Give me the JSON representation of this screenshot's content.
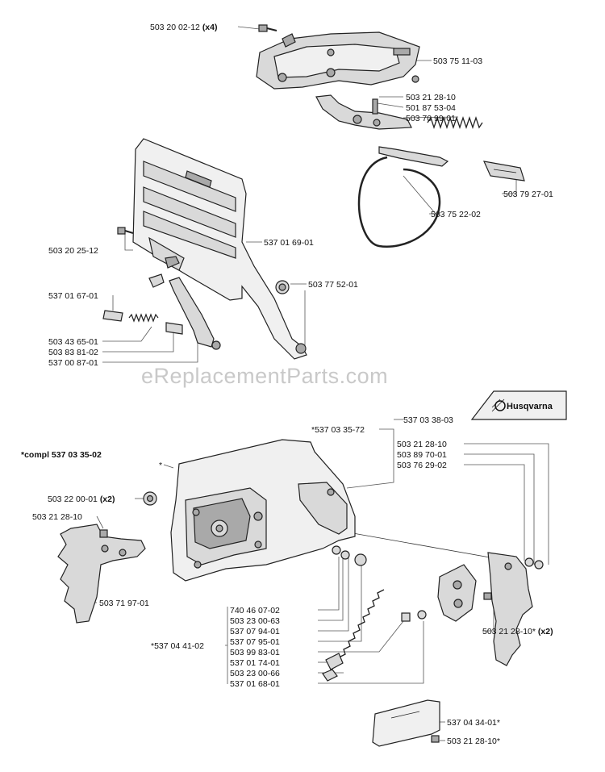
{
  "watermark": "eReplacementParts.com",
  "logo_text": "Husqvarna",
  "callouts_top": [
    {
      "part": "503 20 02-12",
      "qty": "(x4)"
    },
    {
      "part": "503 75 11-03"
    },
    {
      "part": "503 21 28-10"
    },
    {
      "part": "501 87 53-04"
    },
    {
      "part": "503 70 99-01"
    },
    {
      "part": "503 79 27-01"
    },
    {
      "part": "503 75 22-02"
    },
    {
      "part": "503 20 25-12"
    },
    {
      "part": "537 01 69-01"
    },
    {
      "part": "503 77 52-01"
    },
    {
      "part": "537 01 67-01"
    },
    {
      "part": "503 43 65-01"
    },
    {
      "part": "503 83 81-02"
    },
    {
      "part": "537 00 87-01"
    }
  ],
  "callouts_bottom": [
    {
      "part": "537 03 38-03"
    },
    {
      "part": "*537 03 35-72"
    },
    {
      "part": "503 21 28-10"
    },
    {
      "part": "503 89 70-01"
    },
    {
      "part": "503 76 29-02"
    },
    {
      "part": "*compl 537 03 35-02"
    },
    {
      "part": "*"
    },
    {
      "part": "503 22 00-01",
      "qty": "(x2)"
    },
    {
      "part": "503 21 28-10"
    },
    {
      "part": "503 71 97-01"
    },
    {
      "part": "740 46 07-02"
    },
    {
      "part": "503 23 00-63"
    },
    {
      "part": "537 07 94-01"
    },
    {
      "part": "537 07 95-01"
    },
    {
      "part": "*537 04 41-02"
    },
    {
      "part": "503 99 83-01"
    },
    {
      "part": "537 01 74-01"
    },
    {
      "part": "503 23 00-66"
    },
    {
      "part": "537 01 68-01"
    },
    {
      "part": "503 21 28-10*",
      "qty": "(x2)"
    },
    {
      "part": "537 04 34-01*"
    },
    {
      "part": "503 21 28-10*"
    }
  ]
}
